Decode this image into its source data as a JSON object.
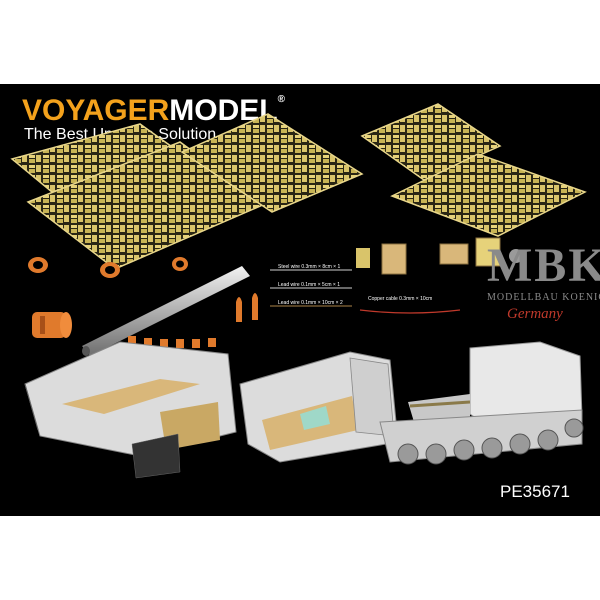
{
  "brand": {
    "name_part1": "VOYAGER",
    "name_part2": "MODEL",
    "registered": "®",
    "tagline": "The Best Upgrade Solution"
  },
  "product_code": "PE35671",
  "dealer": {
    "logo": "MBK",
    "subtitle": "MODELLBAU KOENIG",
    "country": "Germany"
  },
  "part_labels": {
    "wire_1": "Steel wire 0.3mm × 8cm × 1",
    "wire_2": "Lead wire 0.1mm × 5cm × 1",
    "wire_3": "Lead wire 0.1mm × 10cm × 2",
    "copper_cable": "Copper cable 0.3mm × 10cm"
  },
  "colors": {
    "brass": "#d9c46a",
    "resin_orange": "#e07a2c",
    "putty": "#d9b77a",
    "hull_grey": "#e8e8e8",
    "brand_orange": "#f4a21c"
  }
}
